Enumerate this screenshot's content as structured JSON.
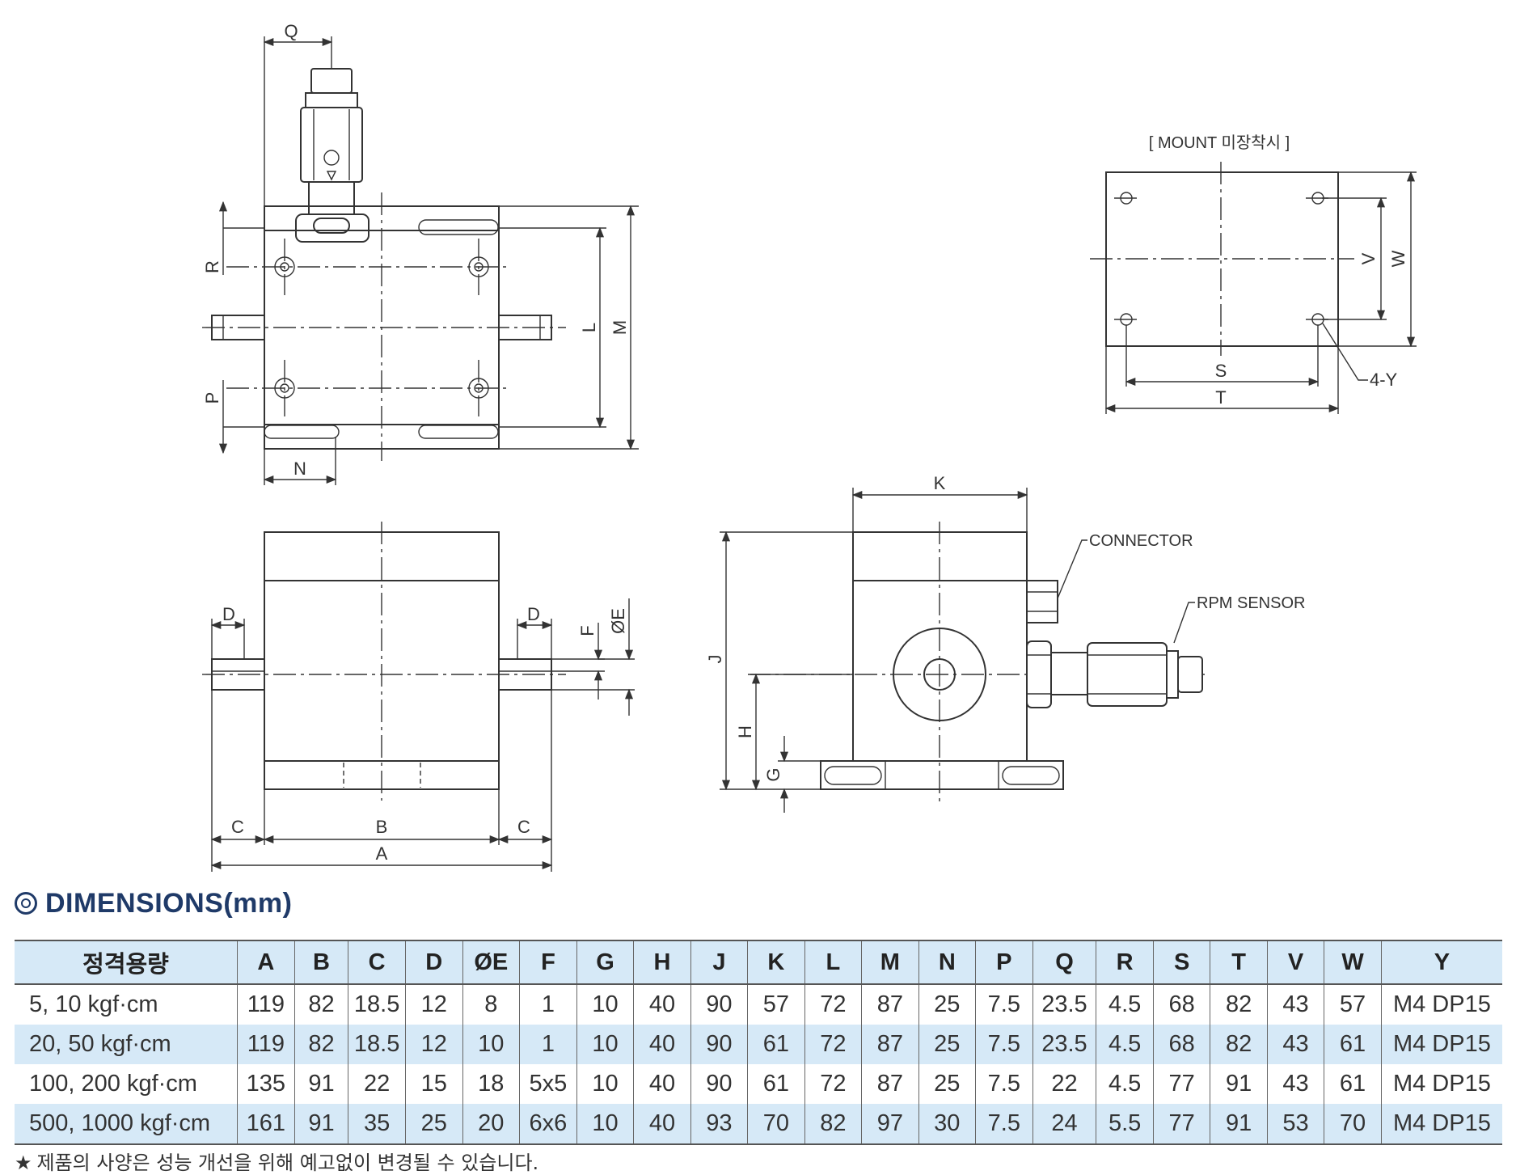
{
  "drawing": {
    "top_view": {
      "labels": [
        "Q",
        "R",
        "L",
        "M",
        "P",
        "N"
      ]
    },
    "mount_view": {
      "title": "[ MOUNT 미장착시 ]",
      "labels": [
        "V",
        "W",
        "S",
        "T",
        "4-Y"
      ]
    },
    "front_view": {
      "labels": [
        "D",
        "D",
        "F",
        "ØE",
        "C",
        "B",
        "C",
        "A"
      ]
    },
    "side_view": {
      "labels": [
        "K",
        "J",
        "H",
        "G"
      ],
      "callouts": [
        "CONNECTOR",
        "RPM SENSOR"
      ]
    }
  },
  "dimensions": {
    "title": "DIMENSIONS(mm)",
    "headers": [
      "정격용량",
      "A",
      "B",
      "C",
      "D",
      "ØE",
      "F",
      "G",
      "H",
      "J",
      "K",
      "L",
      "M",
      "N",
      "P",
      "Q",
      "R",
      "S",
      "T",
      "V",
      "W",
      "Y"
    ],
    "rows": [
      [
        "5, 10 kgf·cm",
        "119",
        "82",
        "18.5",
        "12",
        "8",
        "1",
        "10",
        "40",
        "90",
        "57",
        "72",
        "87",
        "25",
        "7.5",
        "23.5",
        "4.5",
        "68",
        "82",
        "43",
        "57",
        "M4 DP15"
      ],
      [
        "20, 50 kgf·cm",
        "119",
        "82",
        "18.5",
        "12",
        "10",
        "1",
        "10",
        "40",
        "90",
        "61",
        "72",
        "87",
        "25",
        "7.5",
        "23.5",
        "4.5",
        "68",
        "82",
        "43",
        "61",
        "M4 DP15"
      ],
      [
        "100, 200 kgf·cm",
        "135",
        "91",
        "22",
        "15",
        "18",
        "5x5",
        "10",
        "40",
        "90",
        "61",
        "72",
        "87",
        "25",
        "7.5",
        "22",
        "4.5",
        "77",
        "91",
        "43",
        "61",
        "M4 DP15"
      ],
      [
        "500, 1000 kgf·cm",
        "161",
        "91",
        "35",
        "25",
        "20",
        "6x6",
        "10",
        "40",
        "93",
        "70",
        "82",
        "97",
        "30",
        "7.5",
        "24",
        "5.5",
        "77",
        "91",
        "53",
        "70",
        "M4 DP15"
      ]
    ]
  },
  "note": {
    "symbol": "★",
    "text": "제품의 사양은 성능 개선을 위해 예고없이 변경될 수 있습니다."
  }
}
